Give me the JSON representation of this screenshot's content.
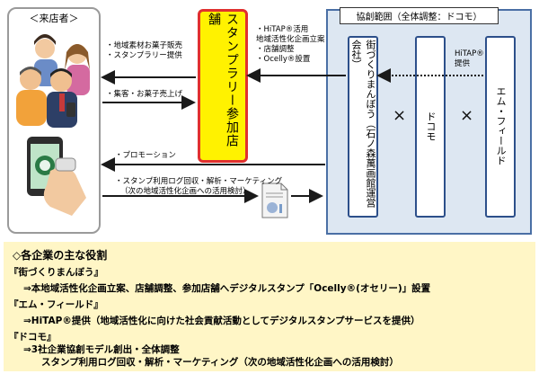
{
  "customer": {
    "title": "＜来店者＞"
  },
  "store": {
    "label": "スタンプラリー参加店舗"
  },
  "collab": {
    "title": "協創範囲（全体調整：ドコモ）",
    "companies": [
      {
        "label": "街づくりまんぼう（石ノ森萬画館運営会社）"
      },
      {
        "label": "ドコモ"
      },
      {
        "label": "エム・フィールド"
      }
    ],
    "times": "×"
  },
  "flows": {
    "left_top": [
      "・地域素材お菓子販売",
      "・スタンプラリー提供"
    ],
    "left_mid": "・集客・お菓子売上げ",
    "left_promo": "・プロモーション",
    "left_bottom": [
      "・スタンプ利用ログ回収・解析・マーケティング",
      "（次の地域活性化企画への活用検討）"
    ],
    "right_top": [
      "・HiTAP®活用",
      "地域活性化企画立案",
      "・店舗調整",
      "・Ocelly®設置"
    ],
    "right_hitap": [
      "HiTAP®",
      "提供"
    ]
  },
  "roles": {
    "heading": "◇各企業の主な役割",
    "items": [
      {
        "company": "『街づくりまんぼう』",
        "desc": "⇒本地域活性化企画立案、店舗調整、参加店舗へデジタルスタンプ「Ocelly®(オセリー)」設置"
      },
      {
        "company": "『エム・フィールド』",
        "desc": "⇒HiTAP®提供（地域活性化に向けた社会貢献活動としてデジタルスタンプサービスを提供）"
      },
      {
        "company": "『ドコモ』",
        "desc": "⇒3社企業協創モデル創出・全体調整",
        "desc2": "スタンプ利用ログ回収・解析・マーケティング（次の地域活性化企画への活用検討）"
      }
    ]
  },
  "colors": {
    "store_fill": "#fff200",
    "store_border": "#e0302f",
    "collab_fill": "#dde7f2",
    "roles_fill": "#fff6c6"
  }
}
